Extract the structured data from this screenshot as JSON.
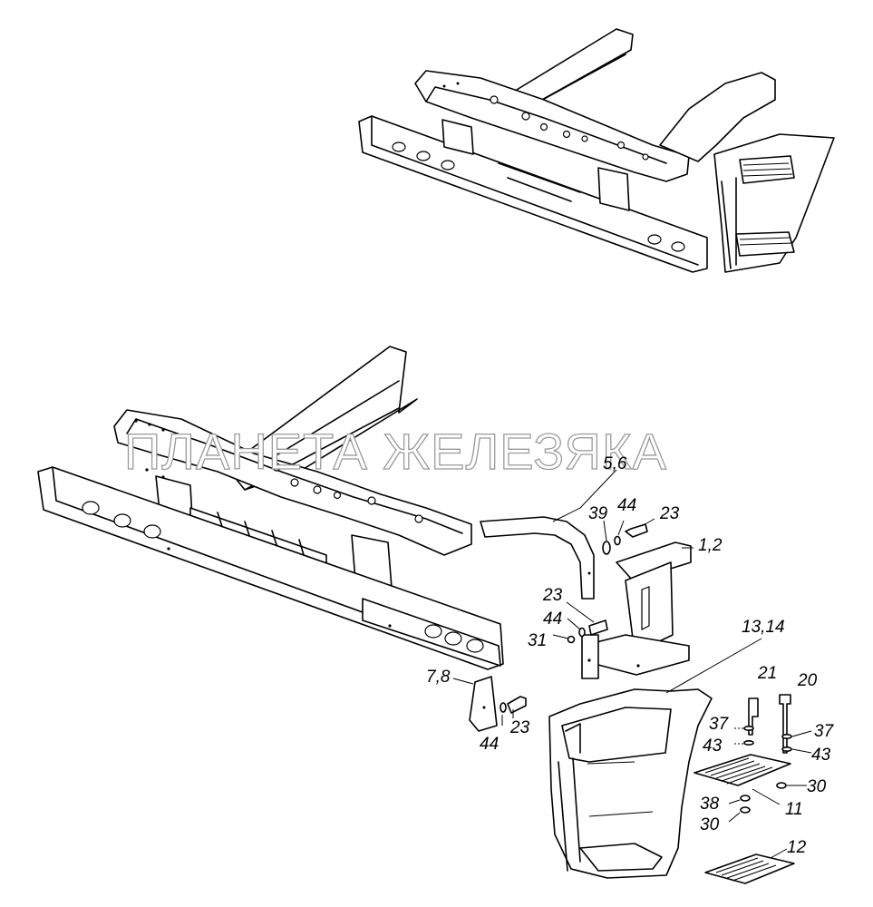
{
  "watermark": "ПЛАНЕТА ЖЕЛЕЗЯКА",
  "callouts": [
    {
      "id": "c-5-6",
      "text": "5,6"
    },
    {
      "id": "c-39",
      "text": "39"
    },
    {
      "id": "c-44a",
      "text": "44"
    },
    {
      "id": "c-23a",
      "text": "23"
    },
    {
      "id": "c-1-2",
      "text": "1,2"
    },
    {
      "id": "c-23b",
      "text": "23"
    },
    {
      "id": "c-44b",
      "text": "44"
    },
    {
      "id": "c-31",
      "text": "31"
    },
    {
      "id": "c-13-14",
      "text": "13,14"
    },
    {
      "id": "c-7-8",
      "text": "7,8"
    },
    {
      "id": "c-44c",
      "text": "44"
    },
    {
      "id": "c-23c",
      "text": "23"
    },
    {
      "id": "c-21",
      "text": "21"
    },
    {
      "id": "c-20",
      "text": "20"
    },
    {
      "id": "c-37a",
      "text": "37"
    },
    {
      "id": "c-37b",
      "text": "37"
    },
    {
      "id": "c-43a",
      "text": "43"
    },
    {
      "id": "c-43b",
      "text": "43"
    },
    {
      "id": "c-30a",
      "text": "30"
    },
    {
      "id": "c-38",
      "text": "38"
    },
    {
      "id": "c-11",
      "text": "11"
    },
    {
      "id": "c-30b",
      "text": "30"
    },
    {
      "id": "c-12",
      "text": "12"
    }
  ]
}
